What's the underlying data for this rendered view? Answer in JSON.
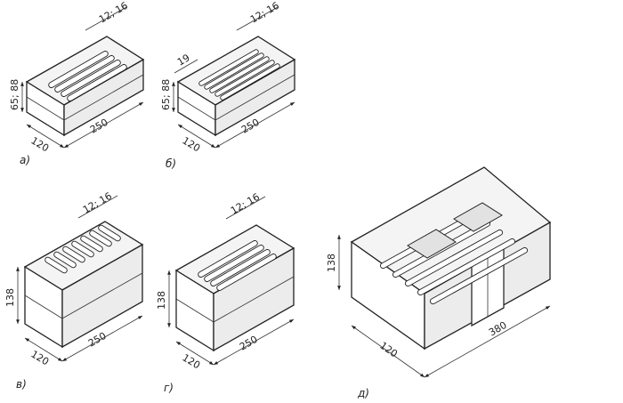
{
  "figures": [
    {
      "caption": "а)",
      "dim_length": "250",
      "dim_width": "120",
      "dim_height": "65; 88",
      "dim_slot": "12; 16"
    },
    {
      "caption": "б)",
      "dim_length": "250",
      "dim_width": "120",
      "dim_height": "65; 88",
      "dim_slot": "12; 16",
      "dim_extra": "19"
    },
    {
      "caption": "в)",
      "dim_length": "250",
      "dim_width": "120",
      "dim_height": "138",
      "dim_slot": "12; 16"
    },
    {
      "caption": "г)",
      "dim_length": "250",
      "dim_width": "120",
      "dim_height": "138",
      "dim_slot": "12; 16"
    },
    {
      "caption": "д)",
      "dim_length": "380",
      "dim_width": "120",
      "dim_height": "138"
    }
  ]
}
